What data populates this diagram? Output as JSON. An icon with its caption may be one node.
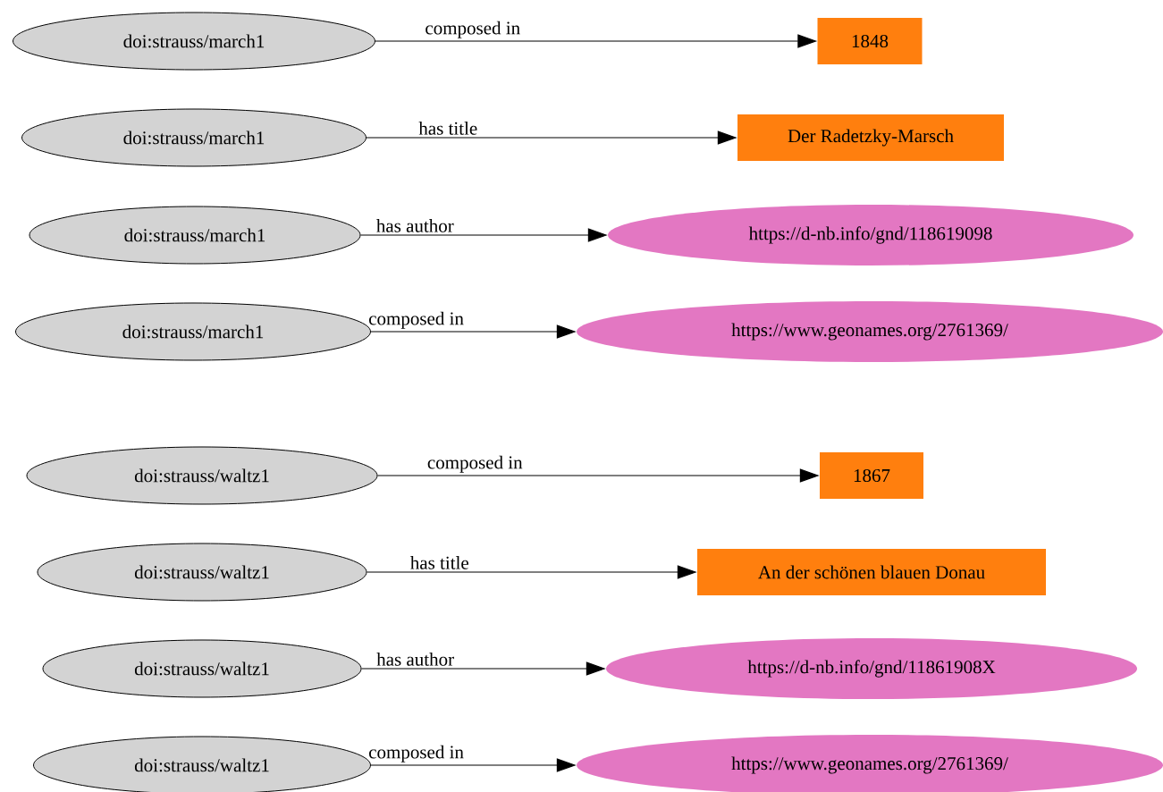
{
  "diagram": {
    "nodes": [
      {
        "text": [
          "doi:strauss/march1"
        ]
      },
      {
        "text": [
          "1848"
        ]
      },
      {
        "text": [
          "doi:strauss/march1"
        ]
      },
      {
        "text": [
          "Der Radetzky-Marsch"
        ]
      },
      {
        "text": [
          "doi:strauss/march1"
        ]
      },
      {
        "text": [
          "https://d-nb.info/gnd/118619098"
        ]
      },
      {
        "text": [
          "doi:strauss/march1"
        ]
      },
      {
        "text": [
          "https://www.geonames.org/2761369/"
        ]
      },
      {
        "text": [
          "doi:strauss/waltz1"
        ]
      },
      {
        "text": [
          "1867"
        ]
      },
      {
        "text": [
          "doi:strauss/waltz1"
        ]
      },
      {
        "text": [
          "An der schönen blauen Donau"
        ]
      },
      {
        "text": [
          "doi:strauss/waltz1"
        ]
      },
      {
        "text": [
          "https://d-nb.info/gnd/11861908X"
        ]
      },
      {
        "text": [
          "doi:strauss/waltz1"
        ]
      },
      {
        "text": [
          "https://www.geonames.org/2761369/"
        ]
      }
    ],
    "edges": [
      {
        "from": 0,
        "to": 1,
        "arrow": "to",
        "label": "composed in"
      },
      {
        "from": 2,
        "to": 3,
        "arrow": "to",
        "label": "has title"
      },
      {
        "from": 4,
        "to": 5,
        "arrow": "to",
        "label": "has author"
      },
      {
        "from": 6,
        "to": 7,
        "arrow": "to",
        "label": "composed in"
      },
      {
        "from": 8,
        "to": 9,
        "arrow": "to",
        "label": "composed in"
      },
      {
        "from": 10,
        "to": 11,
        "arrow": "to",
        "label": "has title"
      },
      {
        "from": 12,
        "to": 13,
        "arrow": "to",
        "label": "has author"
      },
      {
        "from": 14,
        "to": 15,
        "arrow": "to",
        "label": "composed in"
      }
    ]
  }
}
